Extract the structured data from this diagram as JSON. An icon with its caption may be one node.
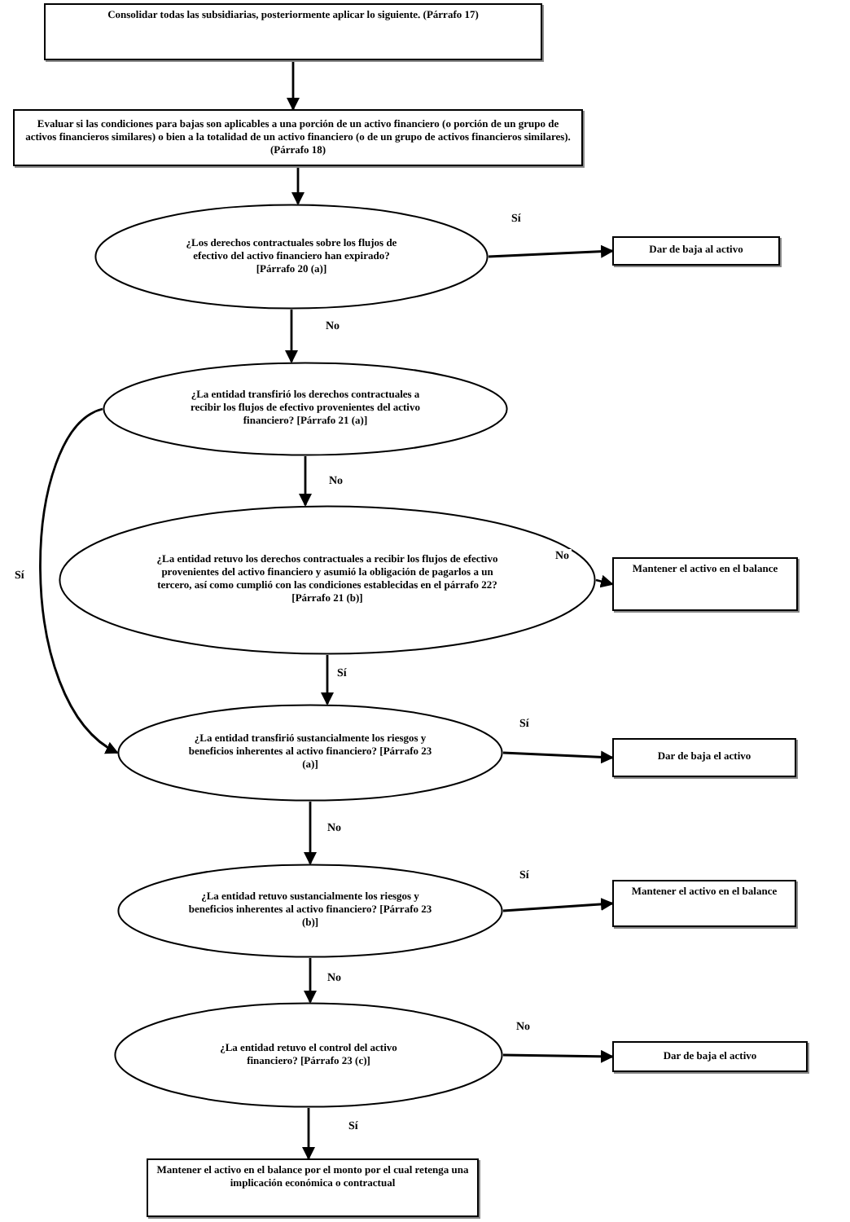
{
  "diagram": {
    "nodes": [
      {
        "text": [
          "Consolidar todas las subsidiarias, posteriormente aplicar lo siguiente. (Párrafo 17)"
        ]
      },
      {
        "text": [
          "Evaluar si las condiciones para bajas son aplicables a una porción de un activo financiero (o porción de un grupo de activos financieros similares) o bien a la totalidad de un activo financiero (o de un grupo de activos financieros similares). (Párrafo 18)"
        ]
      },
      {
        "text": [
          "¿Los derechos contractuales sobre los flujos de efectivo del activo financiero han expirado? [Párrafo 20 (a)]"
        ]
      },
      {
        "text": [
          "Dar de baja al activo"
        ]
      },
      {
        "text": [
          "¿La entidad transfirió los derechos contractuales a recibir los flujos de efectivo provenientes del activo financiero? [Párrafo 21 (a)]"
        ]
      },
      {
        "text": [
          "¿La entidad retuvo los derechos contractuales a recibir los flujos de efectivo provenientes del activo financiero y asumió la obligación de pagarlos a un tercero, así como cumplió con las condiciones establecidas en el párrafo 22? [Párrafo 21 (b)]"
        ]
      },
      {
        "text": [
          "Mantener el activo en el balance"
        ]
      },
      {
        "text": [
          "¿La entidad transfirió sustancialmente los riesgos y beneficios inherentes al activo financiero? [Párrafo 23 (a)]"
        ]
      },
      {
        "text": [
          "Dar de baja el activo"
        ]
      },
      {
        "text": [
          "¿La entidad retuvo sustancialmente los riesgos y beneficios inherentes al activo financiero? [Párrafo 23 (b)]"
        ]
      },
      {
        "text": [
          "Mantener el activo en el balance"
        ]
      },
      {
        "text": [
          "¿La entidad retuvo el control del activo financiero? [Párrafo 23 (c)]"
        ]
      },
      {
        "text": [
          "Dar de baja el activo"
        ]
      },
      {
        "text": [
          "Mantener el activo en el balance por el monto por el cual retenga una implicación económica o contractual"
        ]
      }
    ],
    "edges": [
      {
        "from": 0,
        "to": 1,
        "arrow": "to"
      },
      {
        "from": 1,
        "to": 2,
        "arrow": "to"
      },
      {
        "from": 2,
        "to": 3,
        "label": "Sí",
        "arrow": "to"
      },
      {
        "from": 2,
        "to": 4,
        "label": "No",
        "arrow": "to"
      },
      {
        "from": 4,
        "to": 5,
        "label": "No",
        "arrow": "to"
      },
      {
        "from": 4,
        "to": 7,
        "label": "Sí",
        "arrow": "to"
      },
      {
        "from": 5,
        "to": 6,
        "label": "No",
        "arrow": "to"
      },
      {
        "from": 5,
        "to": 7,
        "label": "Sí",
        "arrow": "to"
      },
      {
        "from": 7,
        "to": 8,
        "label": "Sí",
        "arrow": "to"
      },
      {
        "from": 7,
        "to": 9,
        "label": "No",
        "arrow": "to"
      },
      {
        "from": 9,
        "to": 10,
        "label": "Sí",
        "arrow": "to"
      },
      {
        "from": 9,
        "to": 11,
        "label": "No",
        "arrow": "to"
      },
      {
        "from": 11,
        "to": 12,
        "label": "No",
        "arrow": "to"
      },
      {
        "from": 11,
        "to": 13,
        "label": "Sí",
        "arrow": "to"
      }
    ]
  }
}
